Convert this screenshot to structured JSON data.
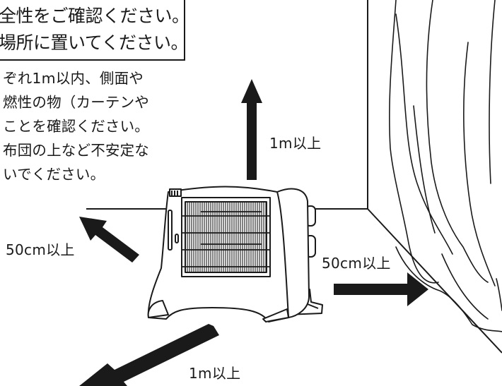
{
  "caution_box": {
    "line1": "全性をご確認ください。",
    "line2": "場所に置いてください。"
  },
  "body_text": [
    "ぞれ1m以内、側面や",
    "燃性の物（カーテンや",
    "ことを確認ください。",
    "布団の上など不安定な",
    "いでください。"
  ],
  "labels": {
    "top_distance": "1m以上",
    "left_distance": "50cm以上",
    "right_distance": "50cm以上",
    "front_distance": "1m以上"
  }
}
